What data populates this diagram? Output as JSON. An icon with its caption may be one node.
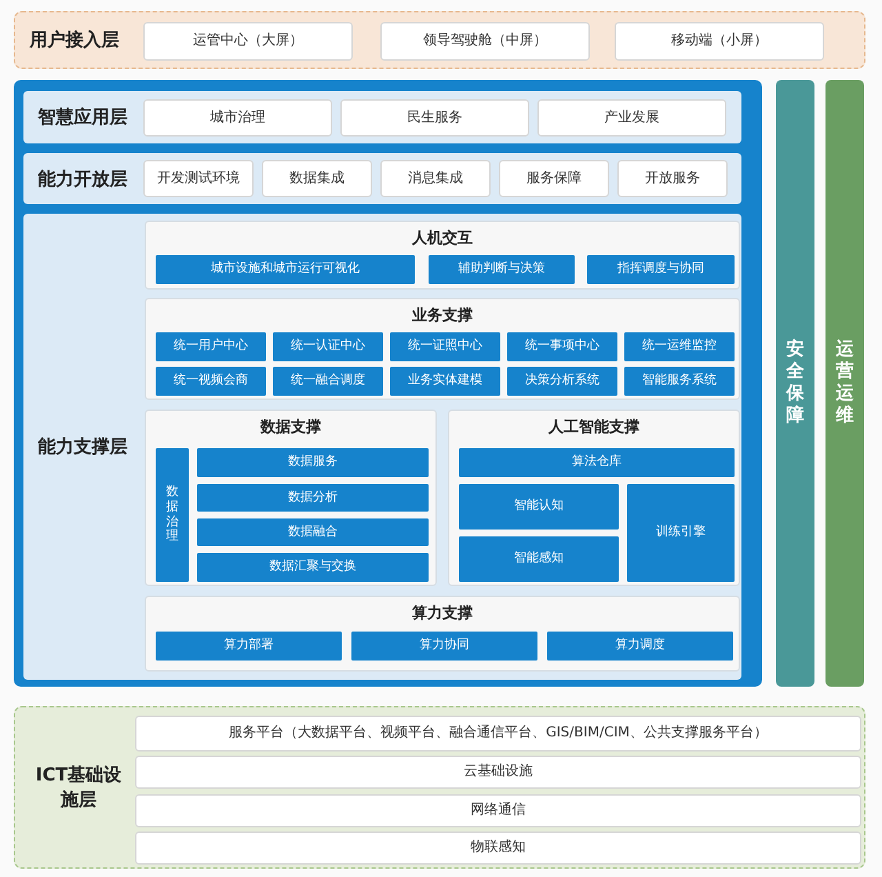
{
  "diagram": {
    "nodes": [
      {
        "text": [
          "用户接入层"
        ]
      },
      {
        "text": [
          "运管中心（大屏）"
        ],
        "in": 0
      },
      {
        "text": [
          "领导驾驶舱（中屏）"
        ],
        "in": 0
      },
      {
        "text": [
          "移动端（小屏）"
        ],
        "in": 0
      },
      {
        "text": [],
        "shape": "box"
      },
      {
        "text": [
          "智慧应用层"
        ],
        "in": 4
      },
      {
        "text": [
          "城市治理"
        ],
        "in": 5
      },
      {
        "text": [
          "民生服务"
        ],
        "in": 5
      },
      {
        "text": [
          "产业发展"
        ],
        "in": 5
      },
      {
        "text": [
          "能力开放层"
        ],
        "in": 4
      },
      {
        "text": [
          "开发测试环境"
        ],
        "in": 9
      },
      {
        "text": [
          "数据集成"
        ],
        "in": 9
      },
      {
        "text": [
          "消息集成"
        ],
        "in": 9
      },
      {
        "text": [
          "服务保障"
        ],
        "in": 9
      },
      {
        "text": [
          "开放服务"
        ],
        "in": 9
      },
      {
        "text": [
          "能力支撑层"
        ],
        "in": 4
      },
      {
        "text": [
          "人机交互"
        ],
        "in": 15
      },
      {
        "text": [
          "城市设施和城市运行可视化"
        ],
        "in": 16
      },
      {
        "text": [
          "辅助判断与决策"
        ],
        "in": 16
      },
      {
        "text": [
          "指挥调度与协同"
        ],
        "in": 16
      },
      {
        "text": [
          "业务支撑"
        ],
        "in": 15
      },
      {
        "text": [
          "统一用户中心"
        ],
        "in": 20
      },
      {
        "text": [
          "统一认证中心"
        ],
        "in": 20
      },
      {
        "text": [
          "统一证照中心"
        ],
        "in": 20
      },
      {
        "text": [
          "统一事项中心"
        ],
        "in": 20
      },
      {
        "text": [
          "统一运维监控"
        ],
        "in": 20
      },
      {
        "text": [
          "统一视频会商"
        ],
        "in": 20
      },
      {
        "text": [
          "统一融合调度"
        ],
        "in": 20
      },
      {
        "text": [
          "业务实体建模"
        ],
        "in": 20
      },
      {
        "text": [
          "决策分析系统"
        ],
        "in": 20
      },
      {
        "text": [
          "智能服务系统"
        ],
        "in": 20
      },
      {
        "text": [
          "数据支撑"
        ],
        "in": 15
      },
      {
        "text": [
          "数据治理"
        ],
        "in": 31
      },
      {
        "text": [
          "数据服务"
        ],
        "in": 31
      },
      {
        "text": [
          "数据分析"
        ],
        "in": 31
      },
      {
        "text": [
          "数据融合"
        ],
        "in": 31
      },
      {
        "text": [
          "数据汇聚与交换"
        ],
        "in": 31
      },
      {
        "text": [
          "人工智能支撑"
        ],
        "in": 15
      },
      {
        "text": [
          "算法仓库"
        ],
        "in": 37
      },
      {
        "text": [
          "智能认知"
        ],
        "in": 37
      },
      {
        "text": [
          "智能感知"
        ],
        "in": 37
      },
      {
        "text": [
          "训练引擎"
        ],
        "in": 37
      },
      {
        "text": [
          "算力支撑"
        ],
        "in": 15
      },
      {
        "text": [
          "算力部署"
        ],
        "in": 42
      },
      {
        "text": [
          "算力协同"
        ],
        "in": 42
      },
      {
        "text": [
          "算力调度"
        ],
        "in": 42
      },
      {
        "text": [
          "安全保障"
        ]
      },
      {
        "text": [
          "运营运维"
        ]
      },
      {
        "text": [
          "ICT基础设施层"
        ]
      },
      {
        "text": [
          "服务平台（大数据平台、视频平台、融合通信平台、GIS/BIM/CIM、公共支撑服务平台）"
        ],
        "in": 48
      },
      {
        "text": [
          "云基础设施"
        ],
        "in": 48
      },
      {
        "text": [
          "网络通信"
        ],
        "in": 48
      },
      {
        "text": [
          "物联感知"
        ],
        "in": 48
      }
    ]
  }
}
